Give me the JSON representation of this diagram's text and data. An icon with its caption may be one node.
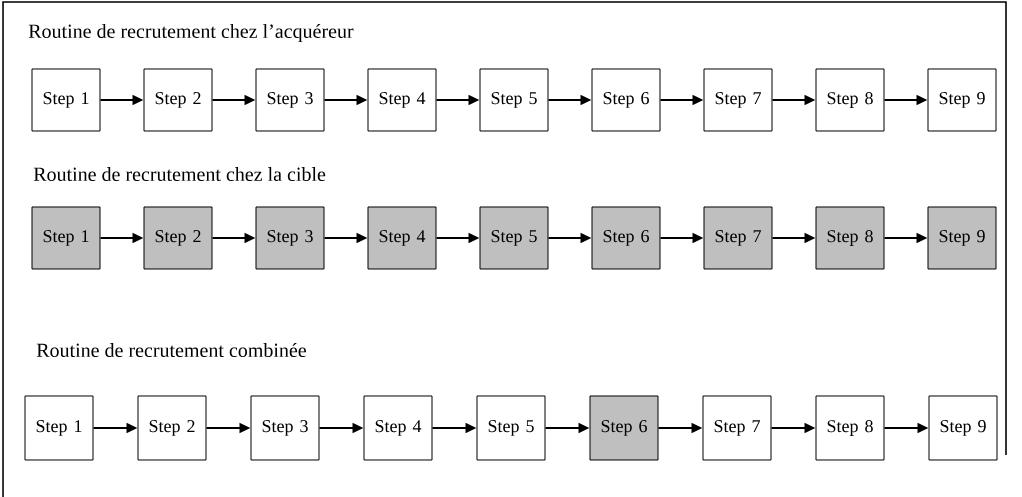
{
  "diagram": {
    "nodes": [
      {
        "text": [
          "Step 1"
        ]
      },
      {
        "text": [
          "Step 2"
        ]
      },
      {
        "text": [
          "Step 3"
        ]
      },
      {
        "text": [
          "Step 4"
        ]
      },
      {
        "text": [
          "Step 5"
        ]
      },
      {
        "text": [
          "Step 6"
        ]
      },
      {
        "text": [
          "Step 7"
        ]
      },
      {
        "text": [
          "Step 8"
        ]
      },
      {
        "text": [
          "Step 9"
        ]
      },
      {
        "text": [
          "Step 1"
        ]
      },
      {
        "text": [
          "Step 2"
        ]
      },
      {
        "text": [
          "Step 3"
        ]
      },
      {
        "text": [
          "Step 4"
        ]
      },
      {
        "text": [
          "Step 5"
        ]
      },
      {
        "text": [
          "Step 6"
        ]
      },
      {
        "text": [
          "Step 7"
        ]
      },
      {
        "text": [
          "Step 8"
        ]
      },
      {
        "text": [
          "Step 9"
        ]
      },
      {
        "text": [
          "Step 1"
        ]
      },
      {
        "text": [
          "Step 2"
        ]
      },
      {
        "text": [
          "Step 3"
        ]
      },
      {
        "text": [
          "Step 4"
        ]
      },
      {
        "text": [
          "Step 5"
        ]
      },
      {
        "text": [
          "Step 6"
        ]
      },
      {
        "text": [
          "Step 7"
        ]
      },
      {
        "text": [
          "Step 8"
        ]
      },
      {
        "text": [
          "Step 9"
        ]
      }
    ],
    "edges": [
      {
        "from": 0,
        "to": 1,
        "arrow": "to"
      },
      {
        "from": 1,
        "to": 2,
        "arrow": "to"
      },
      {
        "from": 2,
        "to": 3,
        "arrow": "to"
      },
      {
        "from": 3,
        "to": 4,
        "arrow": "to"
      },
      {
        "from": 4,
        "to": 5,
        "arrow": "to"
      },
      {
        "from": 5,
        "to": 6,
        "arrow": "to"
      },
      {
        "from": 6,
        "to": 7,
        "arrow": "to"
      },
      {
        "from": 7,
        "to": 8,
        "arrow": "to"
      },
      {
        "from": 9,
        "to": 10,
        "arrow": "to"
      },
      {
        "from": 10,
        "to": 11,
        "arrow": "to"
      },
      {
        "from": 11,
        "to": 12,
        "arrow": "to"
      },
      {
        "from": 12,
        "to": 13,
        "arrow": "to"
      },
      {
        "from": 13,
        "to": 14,
        "arrow": "to"
      },
      {
        "from": 14,
        "to": 15,
        "arrow": "to"
      },
      {
        "from": 15,
        "to": 16,
        "arrow": "to"
      },
      {
        "from": 16,
        "to": 17,
        "arrow": "to"
      },
      {
        "from": 18,
        "to": 19,
        "arrow": "to"
      },
      {
        "from": 19,
        "to": 20,
        "arrow": "to"
      },
      {
        "from": 20,
        "to": 21,
        "arrow": "to"
      },
      {
        "from": 21,
        "to": 22,
        "arrow": "to"
      },
      {
        "from": 22,
        "to": 23,
        "arrow": "to"
      },
      {
        "from": 23,
        "to": 24,
        "arrow": "to"
      },
      {
        "from": 24,
        "to": 25,
        "arrow": "to"
      },
      {
        "from": 25,
        "to": 26,
        "arrow": "to"
      }
    ],
    "labels": [
      "Routine de recrutement chez l’acquéreur",
      "Routine de recrutement chez la cible",
      "Routine de recrutement combinée"
    ]
  }
}
